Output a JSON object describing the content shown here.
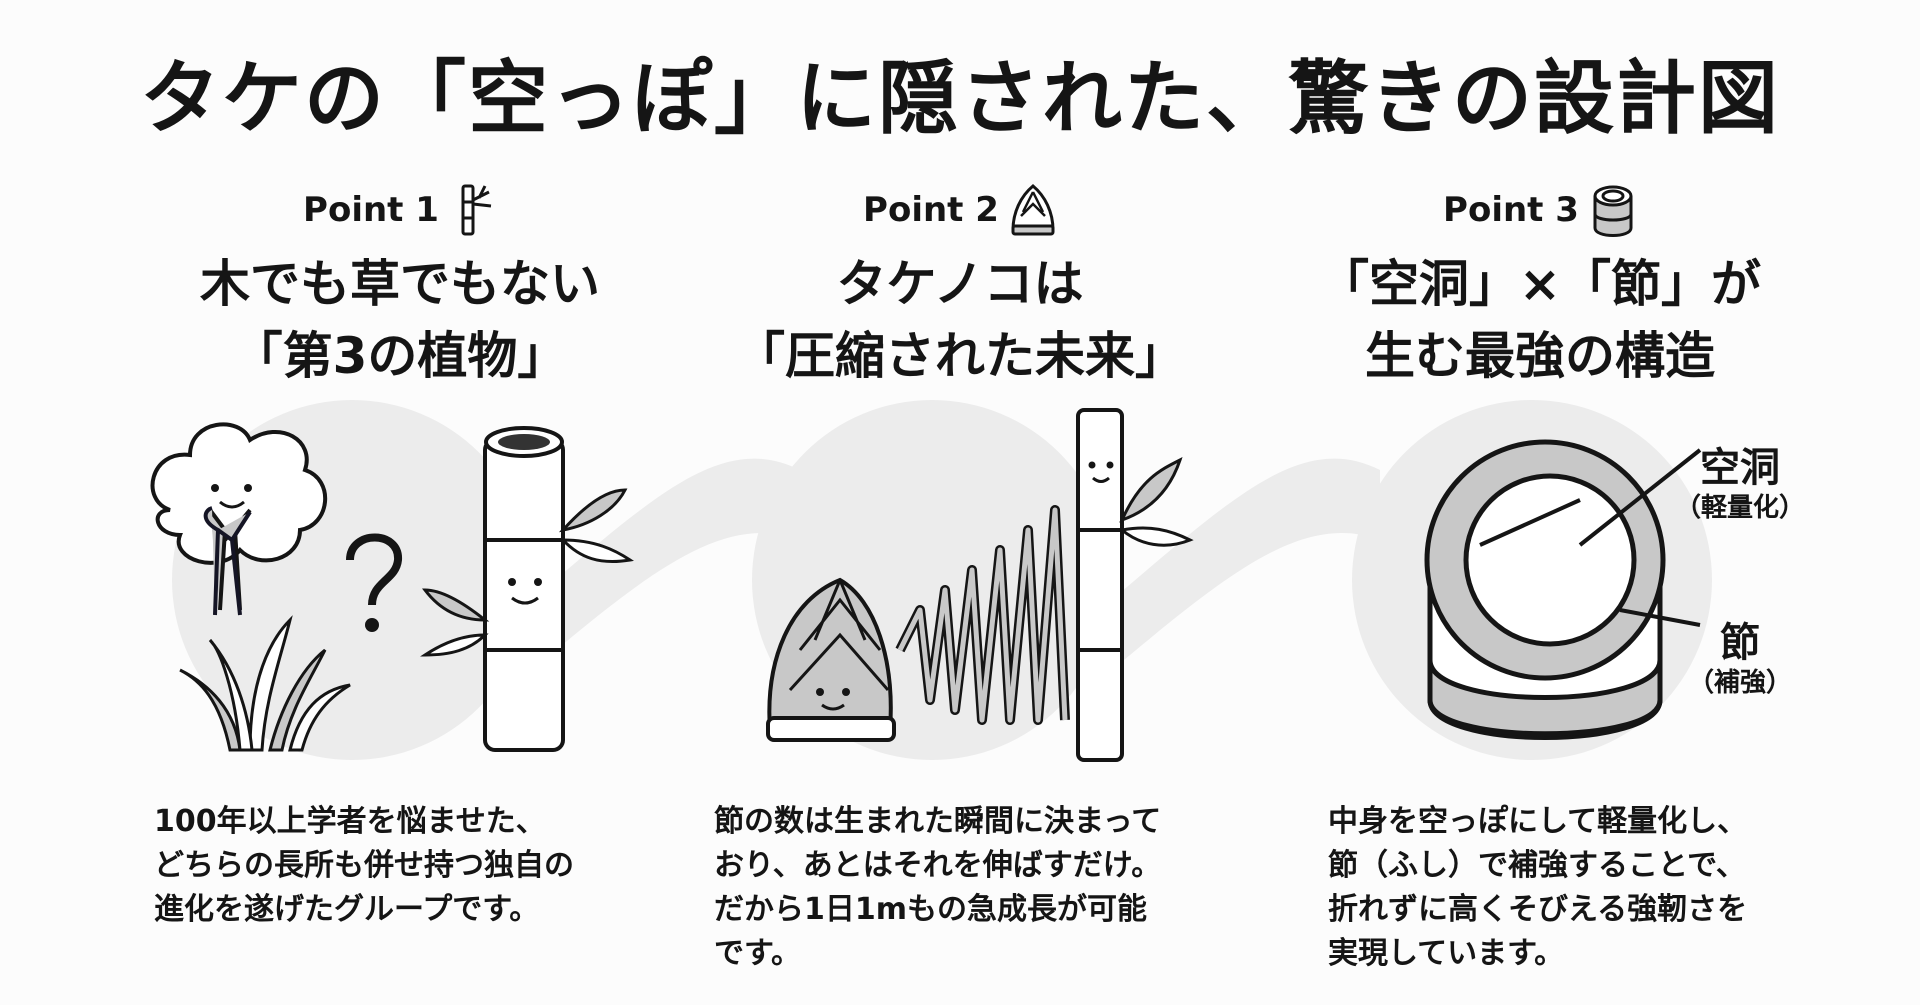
{
  "title": "タケの「空っぽ」に隠された、驚きの設計図",
  "points": [
    {
      "label": "Point 1",
      "icon": "bamboo-stalk-icon",
      "heading_lines": [
        "木でも草でもない",
        "「第3の植物」"
      ],
      "body_lines": [
        "100年以上学者を悩ませた、",
        "どちらの長所も併せ持つ独自の",
        "進化を遂げたグループです。"
      ],
      "illustration": [
        "tree-icon",
        "question-mark-icon",
        "grass-icon",
        "bamboo-icon"
      ]
    },
    {
      "label": "Point 2",
      "icon": "bamboo-shoot-icon",
      "heading_lines": [
        "タケノコは",
        "「圧縮された未来」"
      ],
      "body_lines": [
        "節の数は生まれた瞬間に決まって",
        "おり、あとはそれを伸ばすだけ。",
        "だから1日1mもの急成長が可能",
        "です。"
      ],
      "illustration": [
        "bamboo-shoot-icon",
        "spring-icon",
        "bamboo-icon"
      ]
    },
    {
      "label": "Point 3",
      "icon": "bamboo-cross-section-icon",
      "heading_lines": [
        "「空洞」×「節」が",
        "生む最強の構造"
      ],
      "body_lines": [
        "中身を空っぽにして軽量化し、",
        "節（ふし）で補強することで、",
        "折れずに高くそびえる強靭さを",
        "実現しています。"
      ],
      "illustration": [
        "bamboo-cross-section-icon"
      ],
      "diagram_labels": [
        {
          "main": "空洞",
          "sub": "（軽量化）"
        },
        {
          "main": "節",
          "sub": "（補強）"
        }
      ]
    }
  ],
  "colors": {
    "ink": "#151515",
    "wave": "#e9e9e9",
    "fill_gray": "#c8c8c8",
    "fill_dark": "#a9a9a9"
  }
}
